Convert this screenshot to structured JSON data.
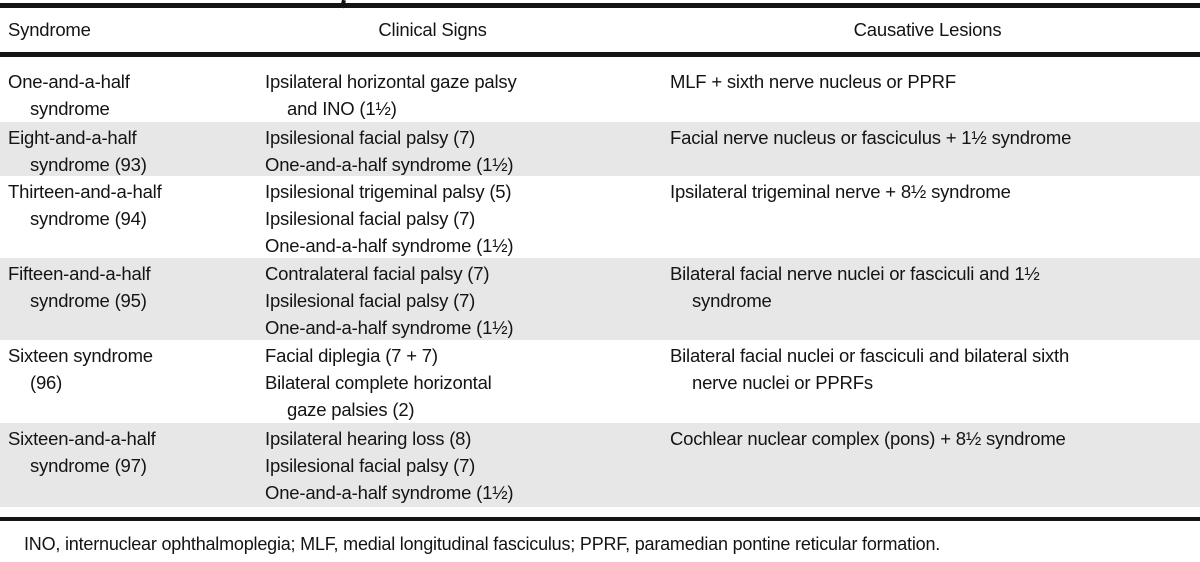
{
  "table": {
    "columns": [
      {
        "label": "Syndrome"
      },
      {
        "label": "Clinical Signs"
      },
      {
        "label": "Causative Lesions"
      }
    ],
    "rows": [
      {
        "shaded": false,
        "syndrome": [
          "One-and-a-half",
          "syndrome"
        ],
        "clinical": [
          "Ipsilateral horizontal gaze palsy",
          "and INO (1½)"
        ],
        "lesions": [
          "MLF + sixth nerve nucleus or PPRF"
        ]
      },
      {
        "shaded": true,
        "syndrome": [
          "Eight-and-a-half",
          "syndrome (93)"
        ],
        "clinical": [
          "Ipsilesional facial palsy (7)",
          "One-and-a-half syndrome (1½)"
        ],
        "lesions": [
          "Facial nerve nucleus or fasciculus + 1½ syndrome"
        ]
      },
      {
        "shaded": false,
        "syndrome": [
          "Thirteen-and-a-half",
          "syndrome (94)"
        ],
        "clinical": [
          "Ipsilesional trigeminal palsy (5)",
          "Ipsilesional facial palsy (7)",
          "One-and-a-half syndrome (1½)"
        ],
        "lesions": [
          "Ipsilateral trigeminal nerve + 8½ syndrome"
        ]
      },
      {
        "shaded": true,
        "syndrome": [
          "Fifteen-and-a-half",
          "syndrome (95)"
        ],
        "clinical": [
          "Contralateral facial palsy (7)",
          "Ipsilesional facial palsy (7)",
          "One-and-a-half syndrome (1½)"
        ],
        "lesions": [
          "Bilateral facial nerve nuclei or fasciculi and 1½",
          "syndrome"
        ]
      },
      {
        "shaded": false,
        "syndrome": [
          "Sixteen syndrome",
          "(96)"
        ],
        "clinical": [
          "Facial diplegia (7 + 7)",
          "Bilateral complete horizontal",
          "gaze palsies (2)"
        ],
        "lesions": [
          "Bilateral facial nuclei or fasciculi and bilateral sixth",
          "nerve nuclei or PPRFs"
        ]
      },
      {
        "shaded": true,
        "syndrome": [
          "Sixteen-and-a-half",
          "syndrome (97)"
        ],
        "clinical": [
          "Ipsilateral hearing loss (8)",
          "Ipsilesional facial palsy (7)",
          "One-and-a-half syndrome (1½)"
        ],
        "lesions": [
          "Cochlear nuclear complex (pons) + 8½ syndrome"
        ]
      }
    ],
    "footnote": "INO, internuclear ophthalmoplegia; MLF, medial longitudinal fasciculus; PPRF, paramedian pontine reticular formation."
  },
  "colors": {
    "row_shade": "#e7e7e7",
    "rule": "#141414",
    "text": "#141414"
  }
}
